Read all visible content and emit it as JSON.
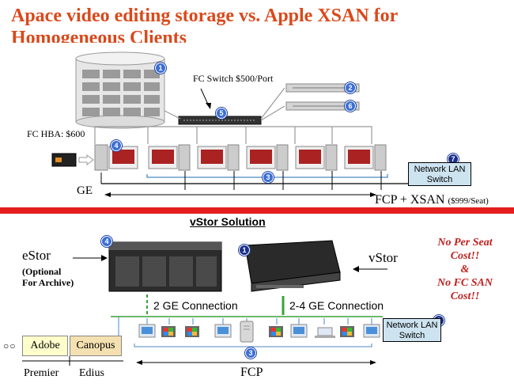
{
  "title": {
    "line1": "Apace video editing storage vs. Apple XSAN for",
    "line2": "Homogeneous Clients"
  },
  "top": {
    "fc_switch_label": "FC Switch $500/Port",
    "fc_hba_label": "FC HBA: $600",
    "ge_label": "GE",
    "fcp_xsan_label": "FCP + XSAN",
    "fcp_xsan_price": "($999/Seat)",
    "network_switch_label": "Network LAN Switch",
    "badges": [
      "1",
      "2",
      "6",
      "5",
      "4",
      "3",
      "7"
    ]
  },
  "bottom": {
    "section_title": "vStor Solution",
    "estor_label": "eStor",
    "estor_note_line1": "(Optional",
    "estor_note_line2": "For Archive)",
    "vstor_label": "vStor",
    "connection_2ge": "2 GE Connection",
    "connection_24ge": "2-4 GE Connection",
    "network_switch_label": "Network LAN Switch",
    "note_lines": [
      "No Per Seat",
      "Cost!!",
      "&",
      "No FC SAN",
      "Cost!!"
    ],
    "adobe_label": "Adobe",
    "canopus_label": "Canopus",
    "premier_label": "Premier",
    "edius_label": "Edius",
    "fcp_label": "FCP",
    "ellipsis": "○○",
    "badges": [
      "4",
      "1",
      "2",
      "3"
    ]
  },
  "colors": {
    "title": "#d9491b",
    "divider": "#e41e1e",
    "note": "#c0201f",
    "badge": "#3b6fd6",
    "cable": "#4a8ac4",
    "ge_line": "#3aa23a"
  }
}
